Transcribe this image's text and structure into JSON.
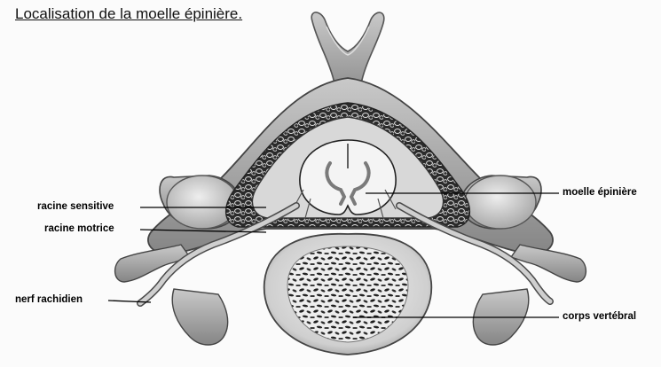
{
  "title": "Localisation de la moelle épinière.",
  "labels": {
    "racine_sensitive": "racine sensitive",
    "racine_motrice": "racine motrice",
    "nerf_rachidien": "nerf rachidien",
    "moelle_epiniere": "moelle épinière",
    "corps_vertebral": "corps vertébral"
  }
}
